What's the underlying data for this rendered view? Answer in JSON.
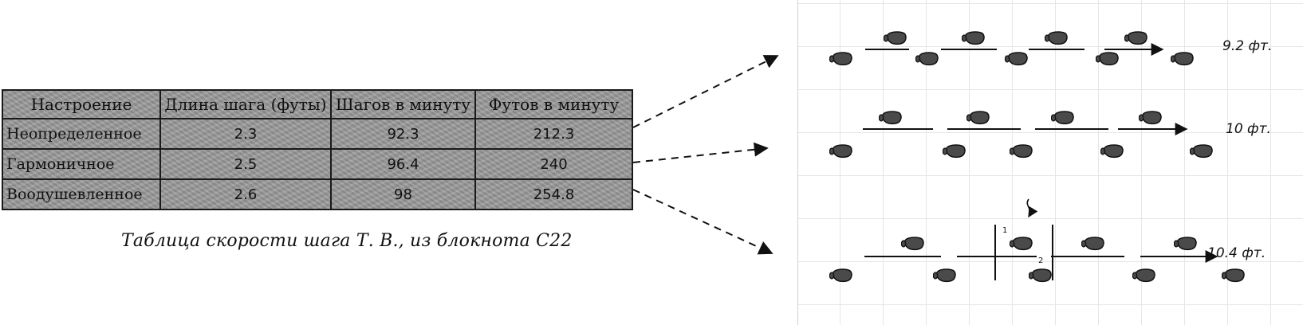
{
  "table": {
    "headers": [
      "Настроение",
      "Длина шага (футы)",
      "Шагов в минуту",
      "Футов в минуту"
    ],
    "rows": [
      [
        "Неопределенное",
        "2.3",
        "92.3",
        "212.3"
      ],
      [
        "Гармоничное",
        "2.5",
        "96.4",
        "240"
      ],
      [
        "Воодушевленное",
        "2.6",
        "98",
        "254.8"
      ]
    ]
  },
  "caption": "Таблица скорости шага Т. В., из блокнота С22",
  "diagram": {
    "rows": [
      {
        "distance_label": "9.2 фт."
      },
      {
        "distance_label": "10 фт."
      },
      {
        "distance_label": "10.4 фт.",
        "step_marks": [
          "1",
          "2"
        ]
      }
    ]
  },
  "colors": {
    "cell_fill": "#9a9a9a",
    "footprint": "#4a4a4a",
    "grid": "#e6e6e6",
    "ink": "#111111"
  },
  "icons": [
    "footprint-icon",
    "arrow-icon",
    "down-arrow-icon"
  ]
}
